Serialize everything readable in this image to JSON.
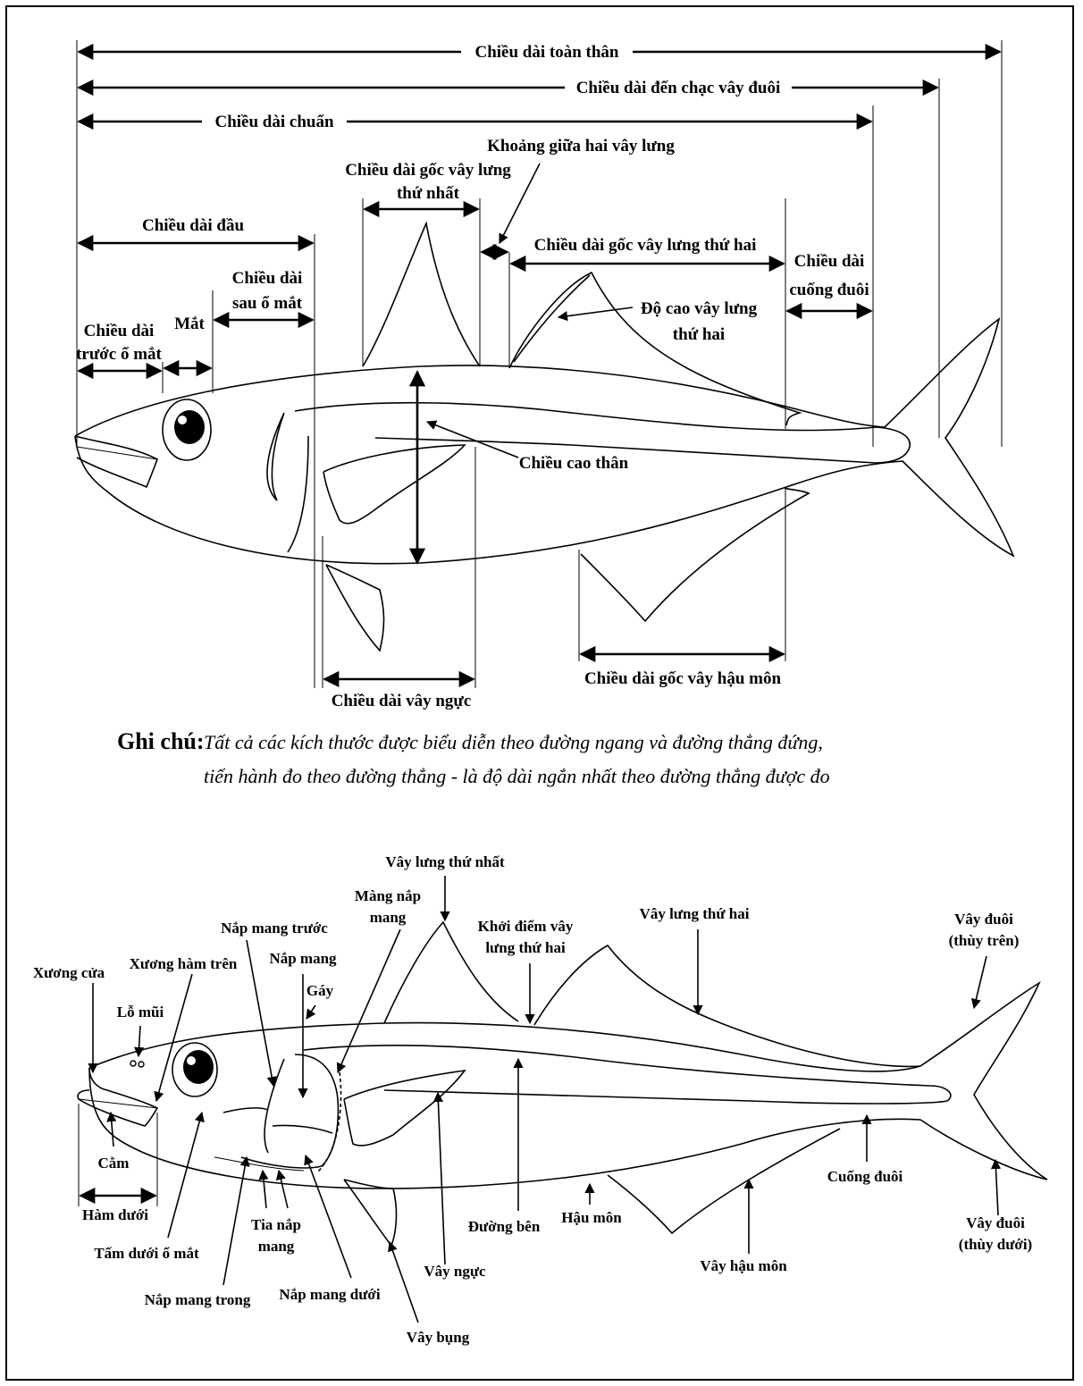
{
  "top_diagram": {
    "total_length": "Chiều dài toàn thân",
    "fork_length": "Chiều dài đến chạc vây đuôi",
    "standard_length": "Chiều dài chuẩn",
    "first_dorsal_base": [
      "Chiều dài gốc vây lưng",
      "thứ nhất"
    ],
    "interdorsal_space": "Khoảng giữa hai vây lưng",
    "head_length": "Chiều dài đầu",
    "second_dorsal_base": "Chiều dài gốc vây lưng thứ hai",
    "caudal_peduncle_length": [
      "Chiều dài",
      "cuống đuôi"
    ],
    "postorbital_length": [
      "Chiều dài",
      "sau ổ mắt"
    ],
    "eye": "Mắt",
    "preorbital_length": [
      "Chiều dài",
      "trước ổ mắt"
    ],
    "second_dorsal_height": [
      "Độ cao vây lưng",
      "thứ hai"
    ],
    "body_depth": "Chiều cao thân",
    "pectoral_fin_length": "Chiều dài vây ngực",
    "anal_fin_base": "Chiều dài gốc vây hậu môn"
  },
  "note": {
    "heading": "Ghi chú:",
    "line1": "Tất cả các kích thước được biểu diễn theo đường ngang và đường thẳng đứng,",
    "line2": "tiến hành đo theo đường thẳng - là độ dài ngắn nhất theo đường thẳng được đo"
  },
  "bottom_diagram": {
    "first_dorsal_fin": "Vây lưng thứ nhất",
    "gill_membrane": [
      "Màng nắp",
      "mang"
    ],
    "preopercle": "Nắp mang trước",
    "second_dorsal_origin": [
      "Khởi điểm vây",
      "lưng thứ hai"
    ],
    "second_dorsal_fin": "Vây lưng thứ hai",
    "caudal_upper": [
      "Vây đuôi",
      "(thùy trên)"
    ],
    "premaxilla": "Xương cửa",
    "maxilla": "Xương hàm trên",
    "opercle": "Nắp mang",
    "nostril": "Lỗ mũi",
    "nape": "Gáy",
    "chin": "Cằm",
    "lower_jaw": "Hàm dưới",
    "suborbital": "Tấm dưới ổ mắt",
    "branchiostegal_rays": [
      "Tia nắp",
      "mang"
    ],
    "interopercle": "Nắp mang trong",
    "subopercle": "Nắp mang dưới",
    "pelvic_fin": "Vây bụng",
    "pectoral_fin": "Vây ngực",
    "lateral_line": "Đường bên",
    "anus": "Hậu môn",
    "anal_fin": "Vây hậu môn",
    "caudal_peduncle": "Cuống đuôi",
    "caudal_lower": [
      "Vây đuôi",
      "(thùy dưới)"
    ]
  }
}
